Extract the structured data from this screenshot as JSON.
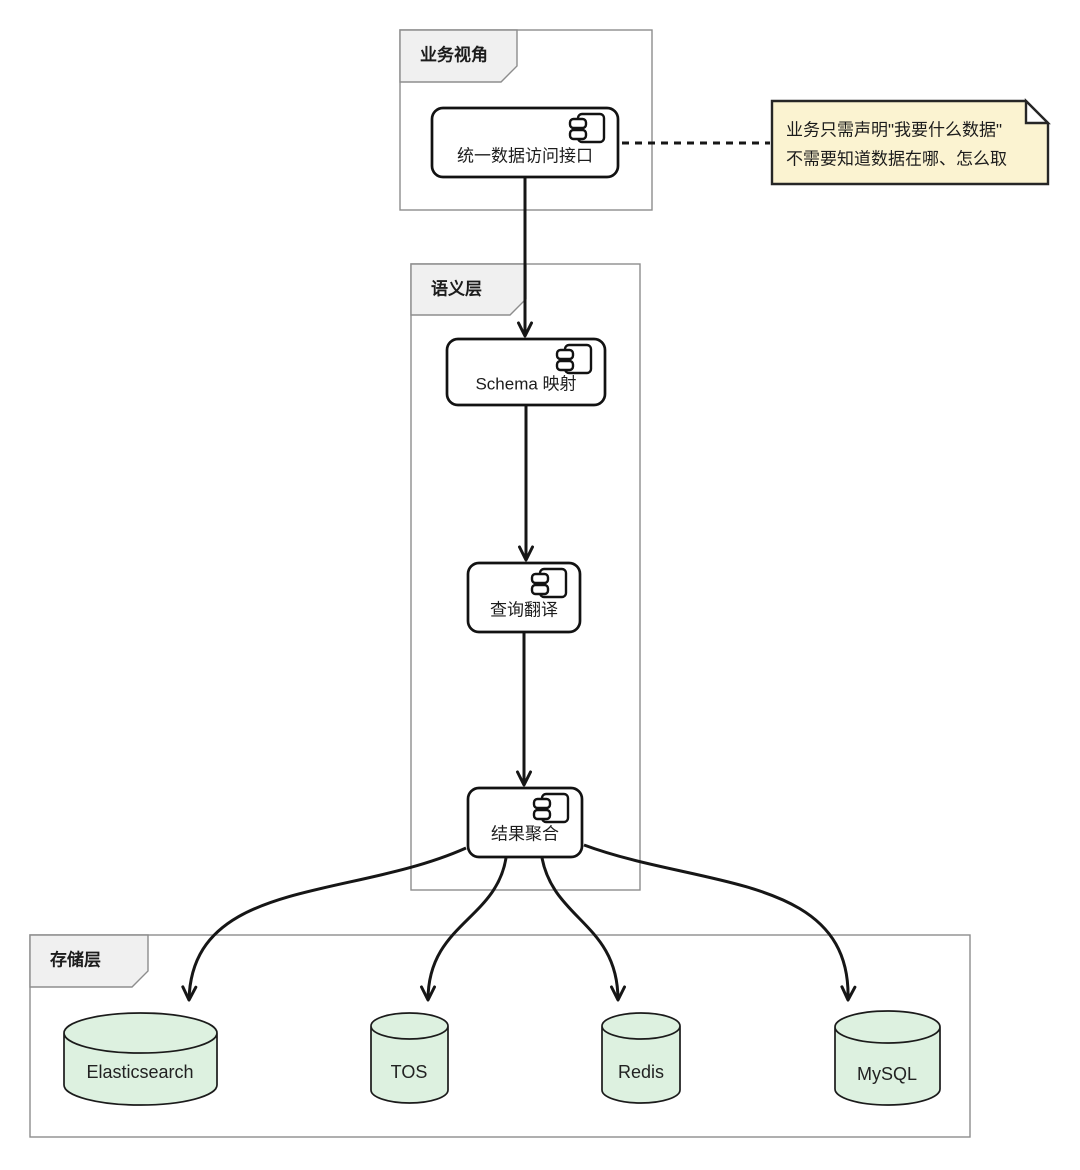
{
  "groups": {
    "business": {
      "label": "业务视角"
    },
    "semantic": {
      "label": "语义层"
    },
    "storage": {
      "label": "存储层"
    }
  },
  "components": {
    "api": {
      "label": "统一数据访问接口"
    },
    "schema": {
      "label": "Schema 映射"
    },
    "translate": {
      "label": "查询翻译"
    },
    "aggregate": {
      "label": "结果聚合"
    }
  },
  "stores": [
    {
      "label": "Elasticsearch"
    },
    {
      "label": "TOS"
    },
    {
      "label": "Redis"
    },
    {
      "label": "MySQL"
    }
  ],
  "note": {
    "line1": "业务只需声明\"我要什么数据\"",
    "line2": "不需要知道数据在哪、怎么取"
  },
  "icons": {
    "component_badge": "uml-component-icon"
  },
  "colors": {
    "edge": "#161616",
    "node_border": "#121212",
    "node_bg": "#ffffff",
    "container_border": "#8d8d8d",
    "tab_bg": "#f0f0f0",
    "note_bg": "#fbf3d1",
    "note_border": "#262626",
    "cylinder_bg": "#ddf1e0"
  }
}
